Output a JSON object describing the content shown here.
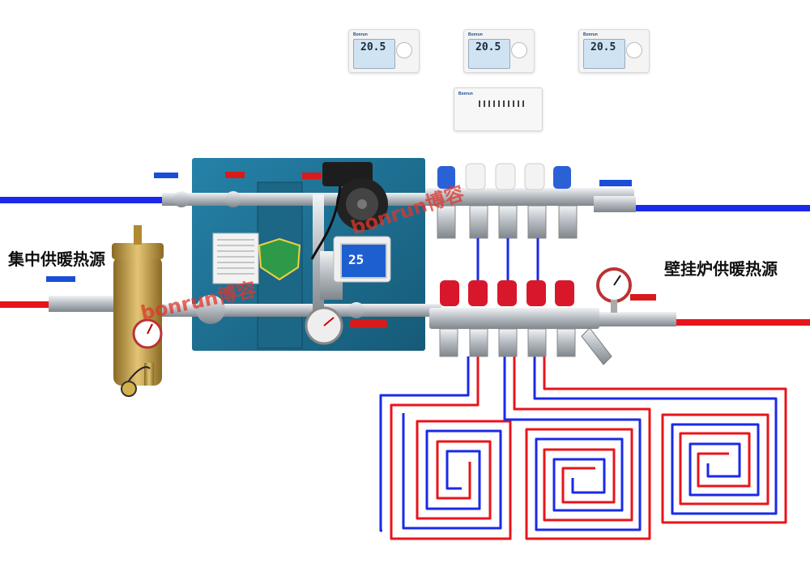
{
  "labels": {
    "central_heat_source": "集中供暖热源",
    "wall_boiler_heat_source": "壁挂炉供暖热源"
  },
  "thermostats": [
    {
      "brand": "Bonrun",
      "temp": "20.5"
    },
    {
      "brand": "Bonrun",
      "temp": "20.5"
    },
    {
      "brand": "Bonrun",
      "temp": "20.5"
    }
  ],
  "controller": {
    "brand": "Bonrun"
  },
  "mixing_display": {
    "temp": "25"
  },
  "watermarks": [
    "bonrun博容",
    "bonrun博容"
  ],
  "colors": {
    "supply": "#e8141b",
    "return": "#1a2ae8",
    "panel": "#1d6d8f",
    "brass": "#c8a24a",
    "chrome": "#c9ced3"
  },
  "icons": [
    "thermostat-icon",
    "pump-icon",
    "pressure-gauge-icon",
    "ball-valve-icon",
    "air-separator-icon",
    "y-strainer-icon"
  ]
}
